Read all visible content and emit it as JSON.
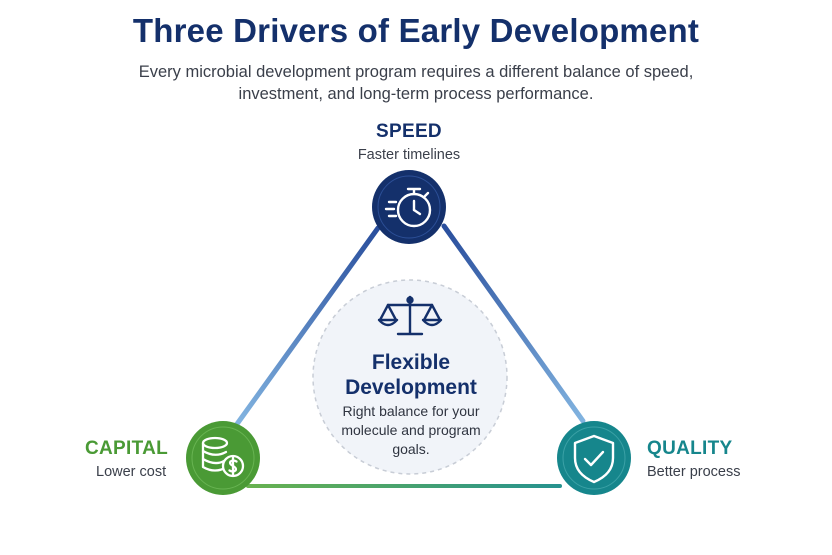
{
  "header": {
    "title": "Three Drivers of Early Development",
    "subtitle": "Every microbial development program requires a different balance of speed, investment, and long-term process performance."
  },
  "drivers": {
    "speed": {
      "label": "SPEED",
      "description": "Faster timelines",
      "icon": "stopwatch-icon",
      "color": "#14306b"
    },
    "capital": {
      "label": "CAPITAL",
      "description": "Lower cost",
      "icon": "coins-dollar-icon",
      "color": "#4a9a35"
    },
    "quality": {
      "label": "QUALITY",
      "description": "Better process",
      "icon": "shield-check-icon",
      "color": "#16868c"
    }
  },
  "center": {
    "icon": "balance-scale-icon",
    "title": "Flexible Development",
    "description": "Right balance for your molecule and program goals."
  }
}
